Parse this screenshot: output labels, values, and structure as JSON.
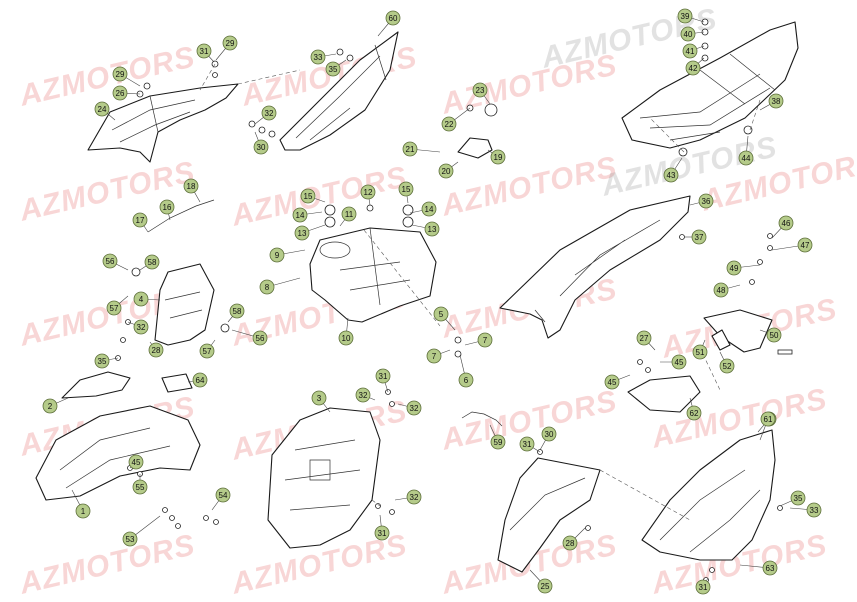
{
  "watermark": "AZMOTORS",
  "colors": {
    "badge_fill": "#b5cb8a",
    "badge_stroke": "#5d6f3a",
    "watermark_red": "#e87878",
    "watermark_grey": "#969696"
  },
  "callouts": [
    "1",
    "2",
    "3",
    "4",
    "5",
    "6",
    "7",
    "7",
    "8",
    "9",
    "10",
    "11",
    "12",
    "13",
    "13",
    "14",
    "14",
    "15",
    "15",
    "16",
    "17",
    "18",
    "19",
    "20",
    "21",
    "22",
    "23",
    "24",
    "25",
    "26",
    "27",
    "28",
    "28",
    "29",
    "29",
    "30",
    "30",
    "31",
    "31",
    "31",
    "31",
    "31",
    "31",
    "32",
    "32",
    "32",
    "32",
    "32",
    "33",
    "33",
    "35",
    "35",
    "35",
    "36",
    "37",
    "38",
    "39",
    "40",
    "41",
    "42",
    "43",
    "44",
    "45",
    "45",
    "45",
    "46",
    "47",
    "48",
    "49",
    "50",
    "51",
    "52",
    "53",
    "54",
    "55",
    "56",
    "56",
    "57",
    "57",
    "58",
    "58",
    "59",
    "60",
    "61",
    "62",
    "63",
    "64"
  ]
}
